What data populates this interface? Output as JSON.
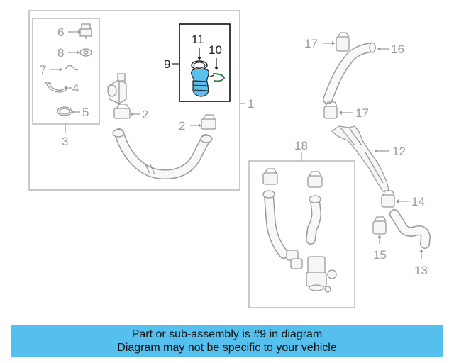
{
  "callouts": {
    "n1": "1",
    "n2a": "2",
    "n2b": "2",
    "n3": "3",
    "n4": "4",
    "n5": "5",
    "n6": "6",
    "n7": "7",
    "n8": "8",
    "n9": "9",
    "n10": "10",
    "n11": "11",
    "n12": "12",
    "n13": "13",
    "n14": "14",
    "n15": "15",
    "n16": "16",
    "n17a": "17",
    "n17b": "17",
    "n18": "18"
  },
  "highlight_color": "#5bc0eb",
  "banner": {
    "line1": "Part or sub-assembly is #9 in diagram",
    "line2": "Diagram may not be specific to your vehicle",
    "background": "#55bfee"
  }
}
